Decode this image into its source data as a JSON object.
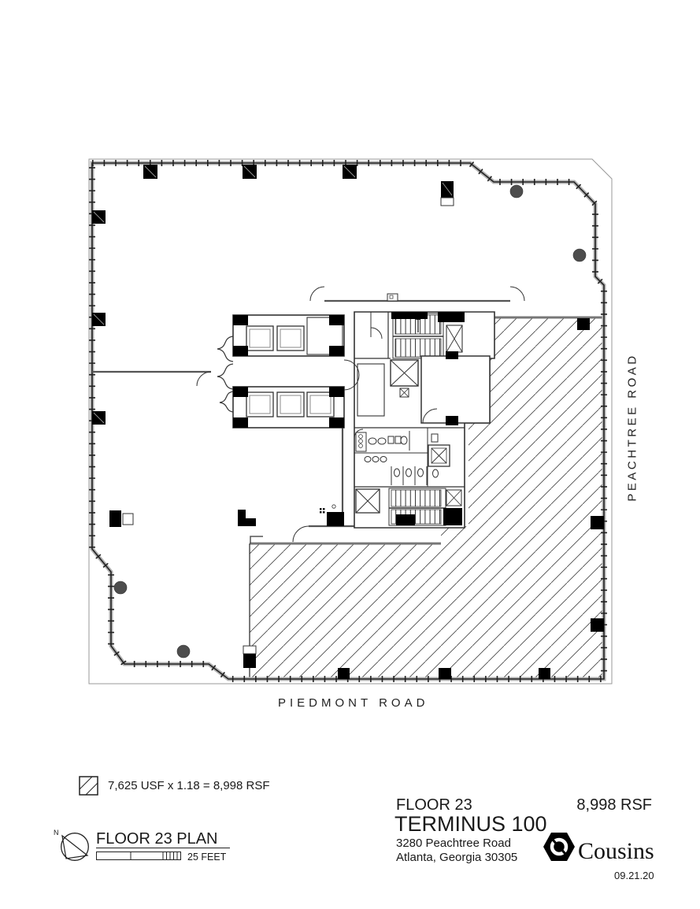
{
  "plan": {
    "street_right": "PEACHTREE ROAD",
    "street_bottom": "PIEDMONT ROAD"
  },
  "legend": {
    "formula": "7,625 USF x 1.18 = 8,998 RSF"
  },
  "title_block": {
    "plan_title": "FLOOR 23 PLAN",
    "scale_label": "25 FEET",
    "north_label": "N"
  },
  "info_block": {
    "floor_label": "FLOOR 23",
    "area_label": "8,998 RSF",
    "building_name": "TERMINUS 100",
    "address_line1": "3280 Peachtree Road",
    "address_line2": "Atlanta, Georgia 30305",
    "company_name": "Cousins",
    "date": "09.21.20"
  },
  "icons": {
    "north_arrow": "north-arrow-icon",
    "company_logo": "cousins-logo-icon",
    "hatch_swatch": "hatch-swatch-icon"
  },
  "colors": {
    "wall_line": "#222222",
    "column_fill": "#000000",
    "hatch_line": "#444444",
    "circle_fill": "#4d4d4d",
    "background": "#ffffff"
  }
}
